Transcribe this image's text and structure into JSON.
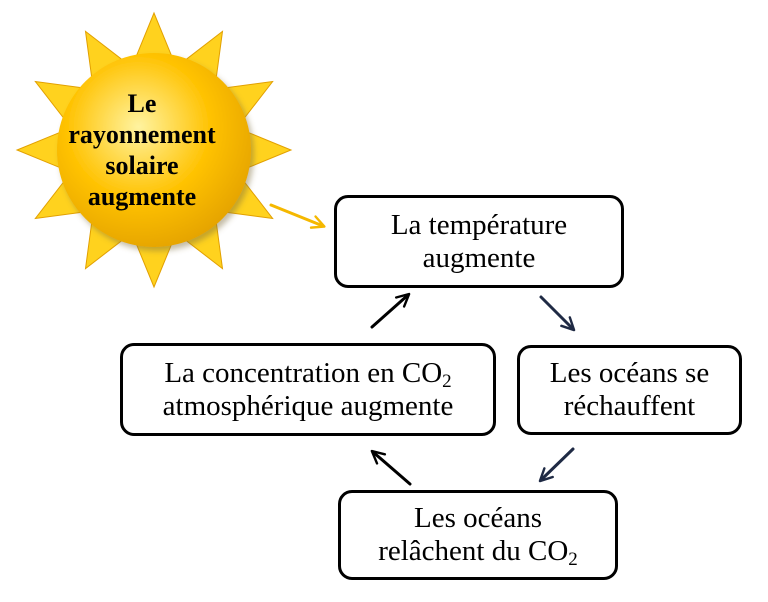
{
  "colors": {
    "sun_fill_light": "#fff3a0",
    "sun_fill": "#ffc200",
    "sun_fill_dark": "#e2a000",
    "ray": "#ffd21e",
    "sun_arrow": "#f5b800",
    "cycle_arrow_dark": "#1f2a44",
    "box_border": "#000000"
  },
  "sun": {
    "lines": [
      "Le",
      "rayonnement",
      "solaire",
      "augmente"
    ]
  },
  "boxes": {
    "temperature": {
      "lines": [
        "La température",
        "augmente"
      ]
    },
    "oceans_warm": {
      "lines": [
        "Les océans se",
        "réchauffent"
      ]
    },
    "oceans_release": {
      "line1": "Les océans",
      "line2_text": "relâchent du CO",
      "line2_sub": "2"
    },
    "concentration": {
      "line1_text": "La concentration en CO",
      "line1_sub": "2",
      "line2": "atmosphérique augmente"
    }
  },
  "arrows": [
    {
      "from": "sun",
      "to": "temperature",
      "color": "sun_arrow"
    },
    {
      "from": "temperature",
      "to": "oceans_warm",
      "color": "cycle_arrow_dark"
    },
    {
      "from": "oceans_warm",
      "to": "oceans_release",
      "color": "cycle_arrow_dark"
    },
    {
      "from": "oceans_release",
      "to": "concentration",
      "color": "box_border"
    },
    {
      "from": "concentration",
      "to": "temperature",
      "color": "box_border"
    }
  ]
}
